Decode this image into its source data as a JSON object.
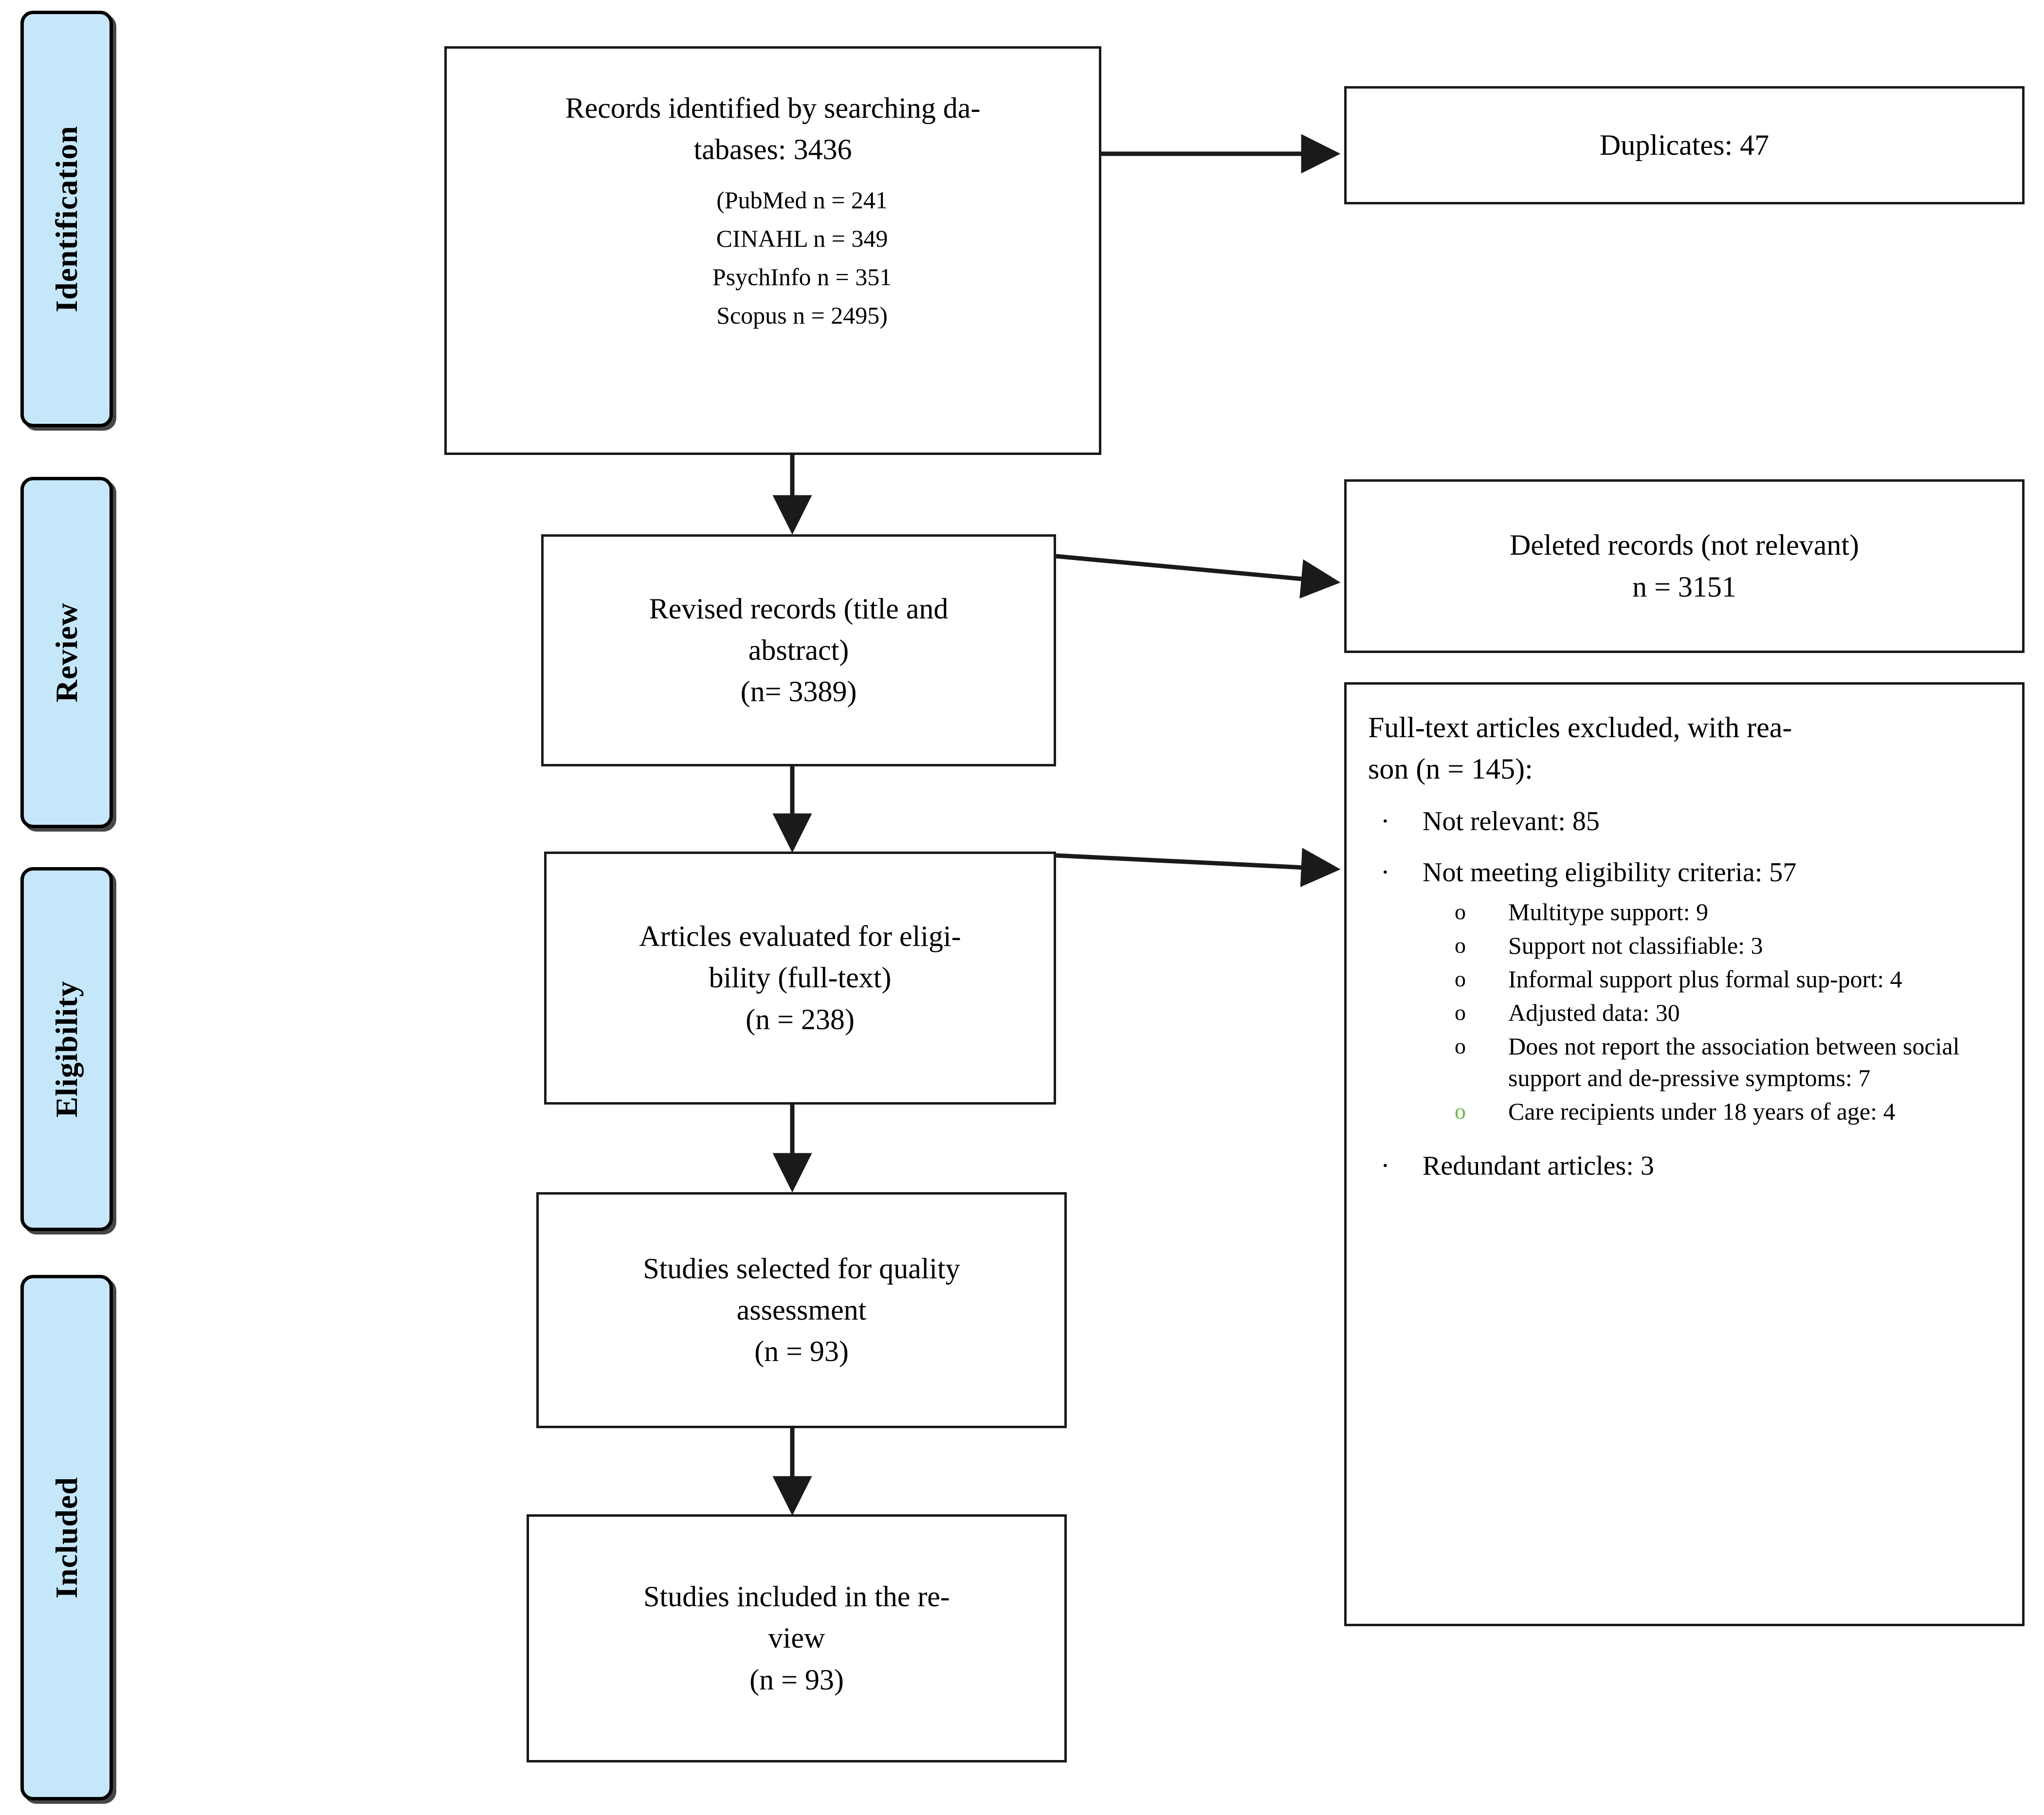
{
  "diagram": {
    "type": "prisma-flow-diagram",
    "stages": [
      {
        "id": "identification",
        "label": "Identification"
      },
      {
        "id": "review",
        "label": "Review"
      },
      {
        "id": "eligibility",
        "label": "Eligibility"
      },
      {
        "id": "included",
        "label": "Included"
      }
    ],
    "boxes": {
      "records_identified": {
        "title_line1": "Records identified by searching da-",
        "title_line2": "tabases: 3436",
        "sources": [
          "(PubMed n = 241",
          "CINAHL n = 349",
          "PsychInfo n = 351",
          "Scopus n = 2495)"
        ]
      },
      "duplicates": {
        "line1": "Duplicates: 47"
      },
      "revised_records": {
        "line1": "Revised records (title and",
        "line2": "abstract)",
        "line3": "(n= 3389)"
      },
      "deleted_records": {
        "line1": "Deleted records (not relevant)",
        "line2": "n = 3151"
      },
      "articles_evaluated": {
        "line1": "Articles evaluated for eligi-",
        "line2": "bility (full-text)",
        "line3": "(n = 238)"
      },
      "studies_quality": {
        "line1": "Studies selected for quality",
        "line2": "assessment",
        "line3": "(n = 93)"
      },
      "studies_included": {
        "line1": "Studies included in the re-",
        "line2": "view",
        "line3": "(n = 93)"
      },
      "excluded": {
        "head_line1": "Full-text articles excluded, with rea-",
        "head_line2": "son (n = 145):",
        "items": [
          {
            "bullet": "·",
            "text": "Not relevant: 85",
            "sub": []
          },
          {
            "bullet": "·",
            "text": "Not meeting eligibility criteria: 57",
            "sub": [
              {
                "bullet": "o",
                "text": "Multitype support: 9",
                "color": "#000000"
              },
              {
                "bullet": "o",
                "text": "Support not classifiable: 3",
                "color": "#000000"
              },
              {
                "bullet": "o",
                "text": "Informal support plus formal sup-port: 4",
                "color": "#000000"
              },
              {
                "bullet": "o",
                "text": "Adjusted data: 30",
                "color": "#000000"
              },
              {
                "bullet": "o",
                "text": "Does not report the association between social support and de-pressive symptoms: 7",
                "color": "#000000"
              },
              {
                "bullet": "o",
                "text": "Care recipients under 18 years of age: 4",
                "color": "#66bb44"
              }
            ]
          },
          {
            "bullet": "·",
            "text": "Redundant articles: 3",
            "sub": []
          }
        ]
      }
    },
    "colors": {
      "stage_fill": "#c5e7f9",
      "stage_border": "#000000",
      "box_border": "#1a1a1a",
      "connector": "#1a1a1a",
      "green_bullet": "#66bb44"
    }
  }
}
